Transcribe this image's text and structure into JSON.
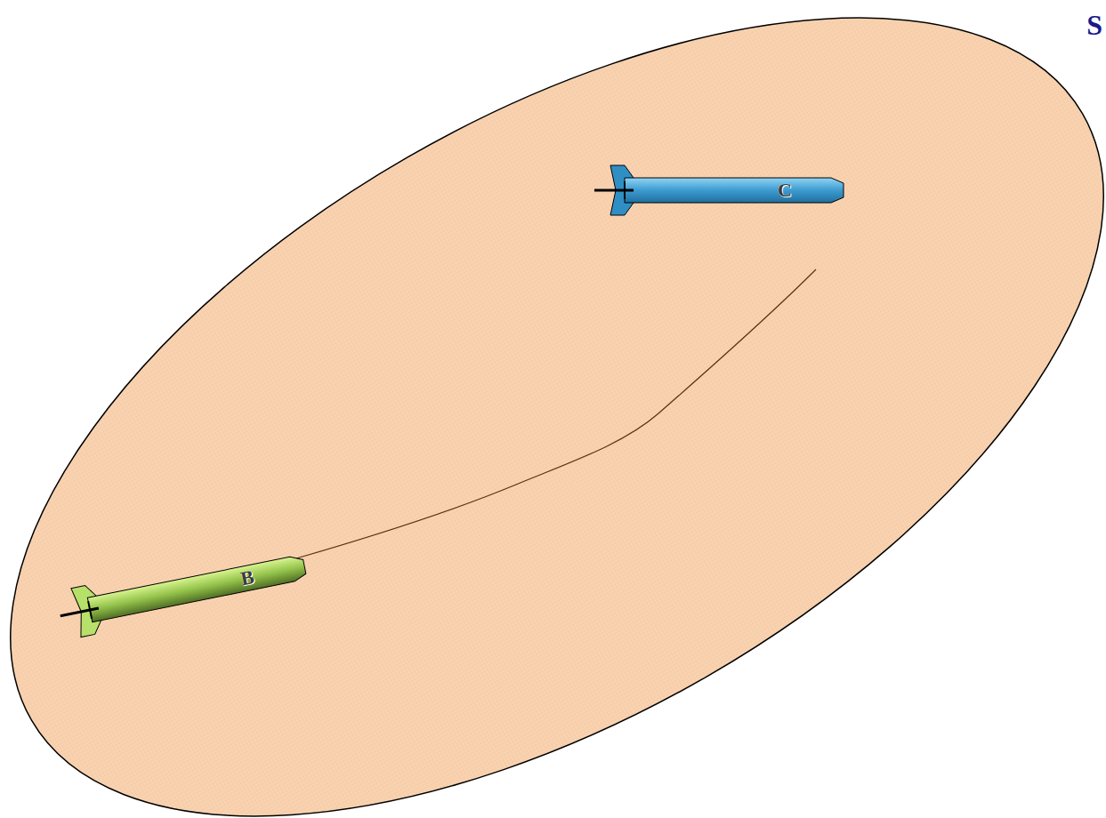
{
  "diagram": {
    "nodes": [
      {
        "text": [
          "C"
        ]
      },
      {
        "text": [
          "B"
        ]
      }
    ],
    "labels": [
      "S"
    ]
  }
}
